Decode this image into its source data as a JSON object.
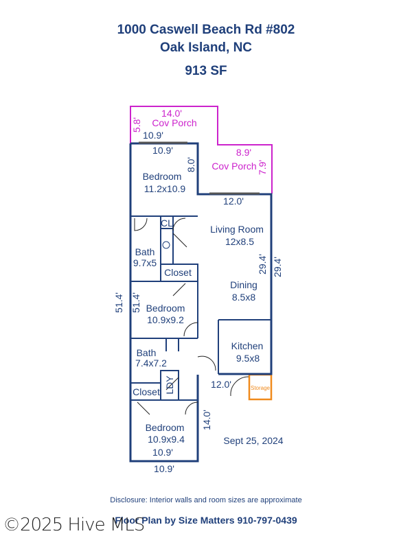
{
  "header": {
    "address_line1": "1000 Caswell Beach Rd #802",
    "address_line2": "Oak Island, NC",
    "area": "913 SF"
  },
  "plan": {
    "porch1": {
      "label": "Cov Porch",
      "width": "14.0'",
      "depth": "5.8'",
      "door_width": "10.9'"
    },
    "porch2": {
      "label": "Cov Porch",
      "width": "8.9'",
      "depth": "7.9'"
    },
    "bedroom1": {
      "label": "Bedroom",
      "size": "11.2x10.9",
      "width": "10.9'",
      "depth": "8.0'"
    },
    "living": {
      "label": "Living Room",
      "size": "12x8.5",
      "width": "12.0'"
    },
    "dining": {
      "label": "Dining",
      "size": "8.5x8"
    },
    "kitchen": {
      "label": "Kitchen",
      "size": "9.5x8"
    },
    "bath1": {
      "label": "Bath",
      "size": "9.7x5"
    },
    "cl": "CL",
    "closet1": "Closet",
    "bedroom2": {
      "label": "Bedroom",
      "size": "10.9x9.2"
    },
    "bath2": {
      "label": "Bath",
      "size": "7.4x7.2"
    },
    "ldy": "LDY",
    "closet2": "Closet",
    "storage": "Storage",
    "bedroom3": {
      "label": "Bedroom",
      "size": "10.9x9.4",
      "inner_width": "10.9'"
    },
    "dims": {
      "overall_length": "51.4'",
      "inner_length": "51.4'",
      "right_inner": "29.4'",
      "right_outer": "29.4'",
      "kitchen_offset": "12.0'",
      "lower_side": "14.0'",
      "bottom_width": "10.9'"
    },
    "date": "Sept 25, 2024"
  },
  "colors": {
    "wall": "#1f3f7a",
    "porch": "#cc22cc",
    "storage": "#f08a1c"
  },
  "footer": {
    "disclosure": "Disclosure: Interior walls and room sizes are approximate",
    "credit": "Floor Plan by Size Matters  910-797-0439"
  },
  "watermark": "©2025 Hive MLS"
}
